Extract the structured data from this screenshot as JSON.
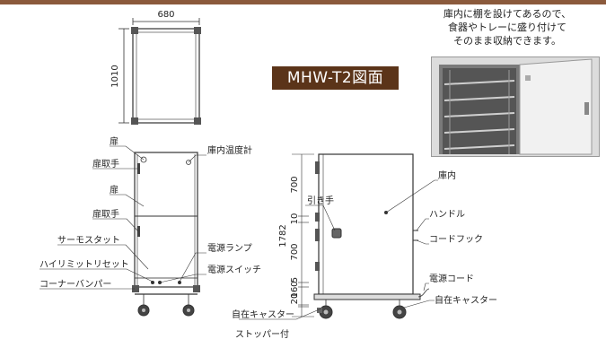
{
  "title": "MHW-T2図面",
  "caption": [
    "庫内に棚を設けてあるので、",
    "食器やトレーに盛り付けて",
    "そのまま収納できます。"
  ],
  "dimensions": {
    "width": "680",
    "depth": "1010",
    "height": "1782",
    "segments": [
      "700",
      "10",
      "700",
      "20",
      "160",
      "5"
    ]
  },
  "front_labels": {
    "door_1": "扉",
    "door_handle_1": "扉取手",
    "door_2": "扉",
    "door_handle_2": "扉取手",
    "thermostat": "サーモスタット",
    "high_limit_reset": "ハイリミットリセット",
    "corner_bumper": "コーナーバンパー",
    "thermometer": "庫内温度計",
    "power_lamp": "電源ランプ",
    "power_switch": "電源スイッチ"
  },
  "side_labels": {
    "inner": "庫内",
    "pull_handle": "引き手",
    "handle": "ハンドル",
    "cord_hook": "コードフック",
    "power_cord": "電源コード",
    "caster": "自在キャスター",
    "caster_stopper_1": "自在キャスター",
    "caster_stopper_2": "ストッパー付"
  }
}
